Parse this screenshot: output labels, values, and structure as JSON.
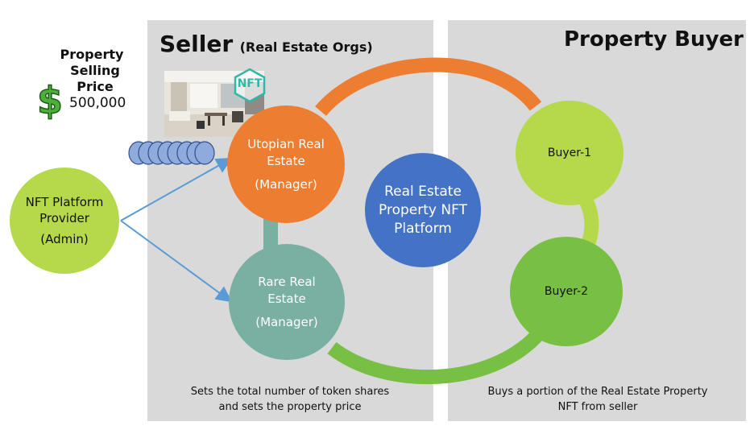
{
  "seller": {
    "title": "Seller",
    "subtitle": "(Real Estate Orgs)",
    "footer_line1": "Sets the total number of token shares",
    "footer_line2": "and sets the property price"
  },
  "buyer_panel": {
    "title": "Property Buyer",
    "footer_line1": "Buys a portion of the Real Estate Property",
    "footer_line2": "NFT from seller"
  },
  "price": {
    "label_line1": "Property",
    "label_line2": "Selling Price",
    "currency_symbol": "$",
    "amount": "500,000"
  },
  "nft_badge": "NFT",
  "admin": {
    "line1": "NFT Platform",
    "line2": "Provider",
    "line3": "(Admin)"
  },
  "utopian": {
    "line1": "Utopian Real",
    "line2": "Estate",
    "line3": "(Manager)"
  },
  "rare": {
    "line1": "Rare Real",
    "line2": "Estate",
    "line3": "(Manager)"
  },
  "platform": {
    "line1": "Real Estate",
    "line2": "Property NFT",
    "line3": "Platform"
  },
  "buyer1": "Buyer-1",
  "buyer2": "Buyer-2",
  "colors": {
    "panel": "#d9d9d9",
    "orange": "#ed7d31",
    "teal": "#79b0a2",
    "lime": "#b5d94a",
    "green": "#77c043",
    "blue": "#4472c4",
    "arrow": "#5b9bd5",
    "coin": "#8faadc"
  }
}
